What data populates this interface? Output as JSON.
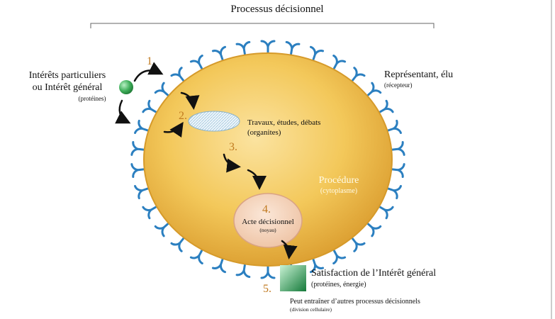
{
  "title": "Processus décisionnel",
  "left_label": {
    "line1": "Intérêts particuliers",
    "line2": "ou Intérêt général",
    "sub": "(protéines)"
  },
  "right_label": {
    "line1": "Représentant, élu",
    "sub": "(récepteur)"
  },
  "organelle_label": {
    "line1": "Travaux, études, débats",
    "line2": "(organites)"
  },
  "cytoplasm_label": {
    "line1": "Procédure",
    "line2": "(cytoplasme)"
  },
  "nucleus_label": {
    "number": "4.",
    "line1": "Acte décisionnel",
    "line2": "(noyau)"
  },
  "steps": {
    "s1": "1.",
    "s2": "2.",
    "s3": "3.",
    "s5": "5."
  },
  "result_label": {
    "line1": "Satisfaction de l’Intérêt général",
    "sub": "(protéines, énergie)"
  },
  "division_label": {
    "line1": "Peut entraîner d’autres processus décisionnels",
    "sub": "(division cellulaire)"
  },
  "colors": {
    "cell_fill": "#f2c150",
    "cell_edge": "#d69a2a",
    "receptor": "#2b7fc0",
    "step_number": "#c07a20",
    "nucleus_fill": "#f3d6c0",
    "nucleus_edge": "#d9a385",
    "protein": "#3fae5a",
    "arrow": "#111111"
  },
  "icons": [
    "receptor-icon",
    "protein-sphere-icon",
    "organelle-icon",
    "nucleus-icon",
    "energy-cube-icon",
    "curved-arrow-icon"
  ]
}
